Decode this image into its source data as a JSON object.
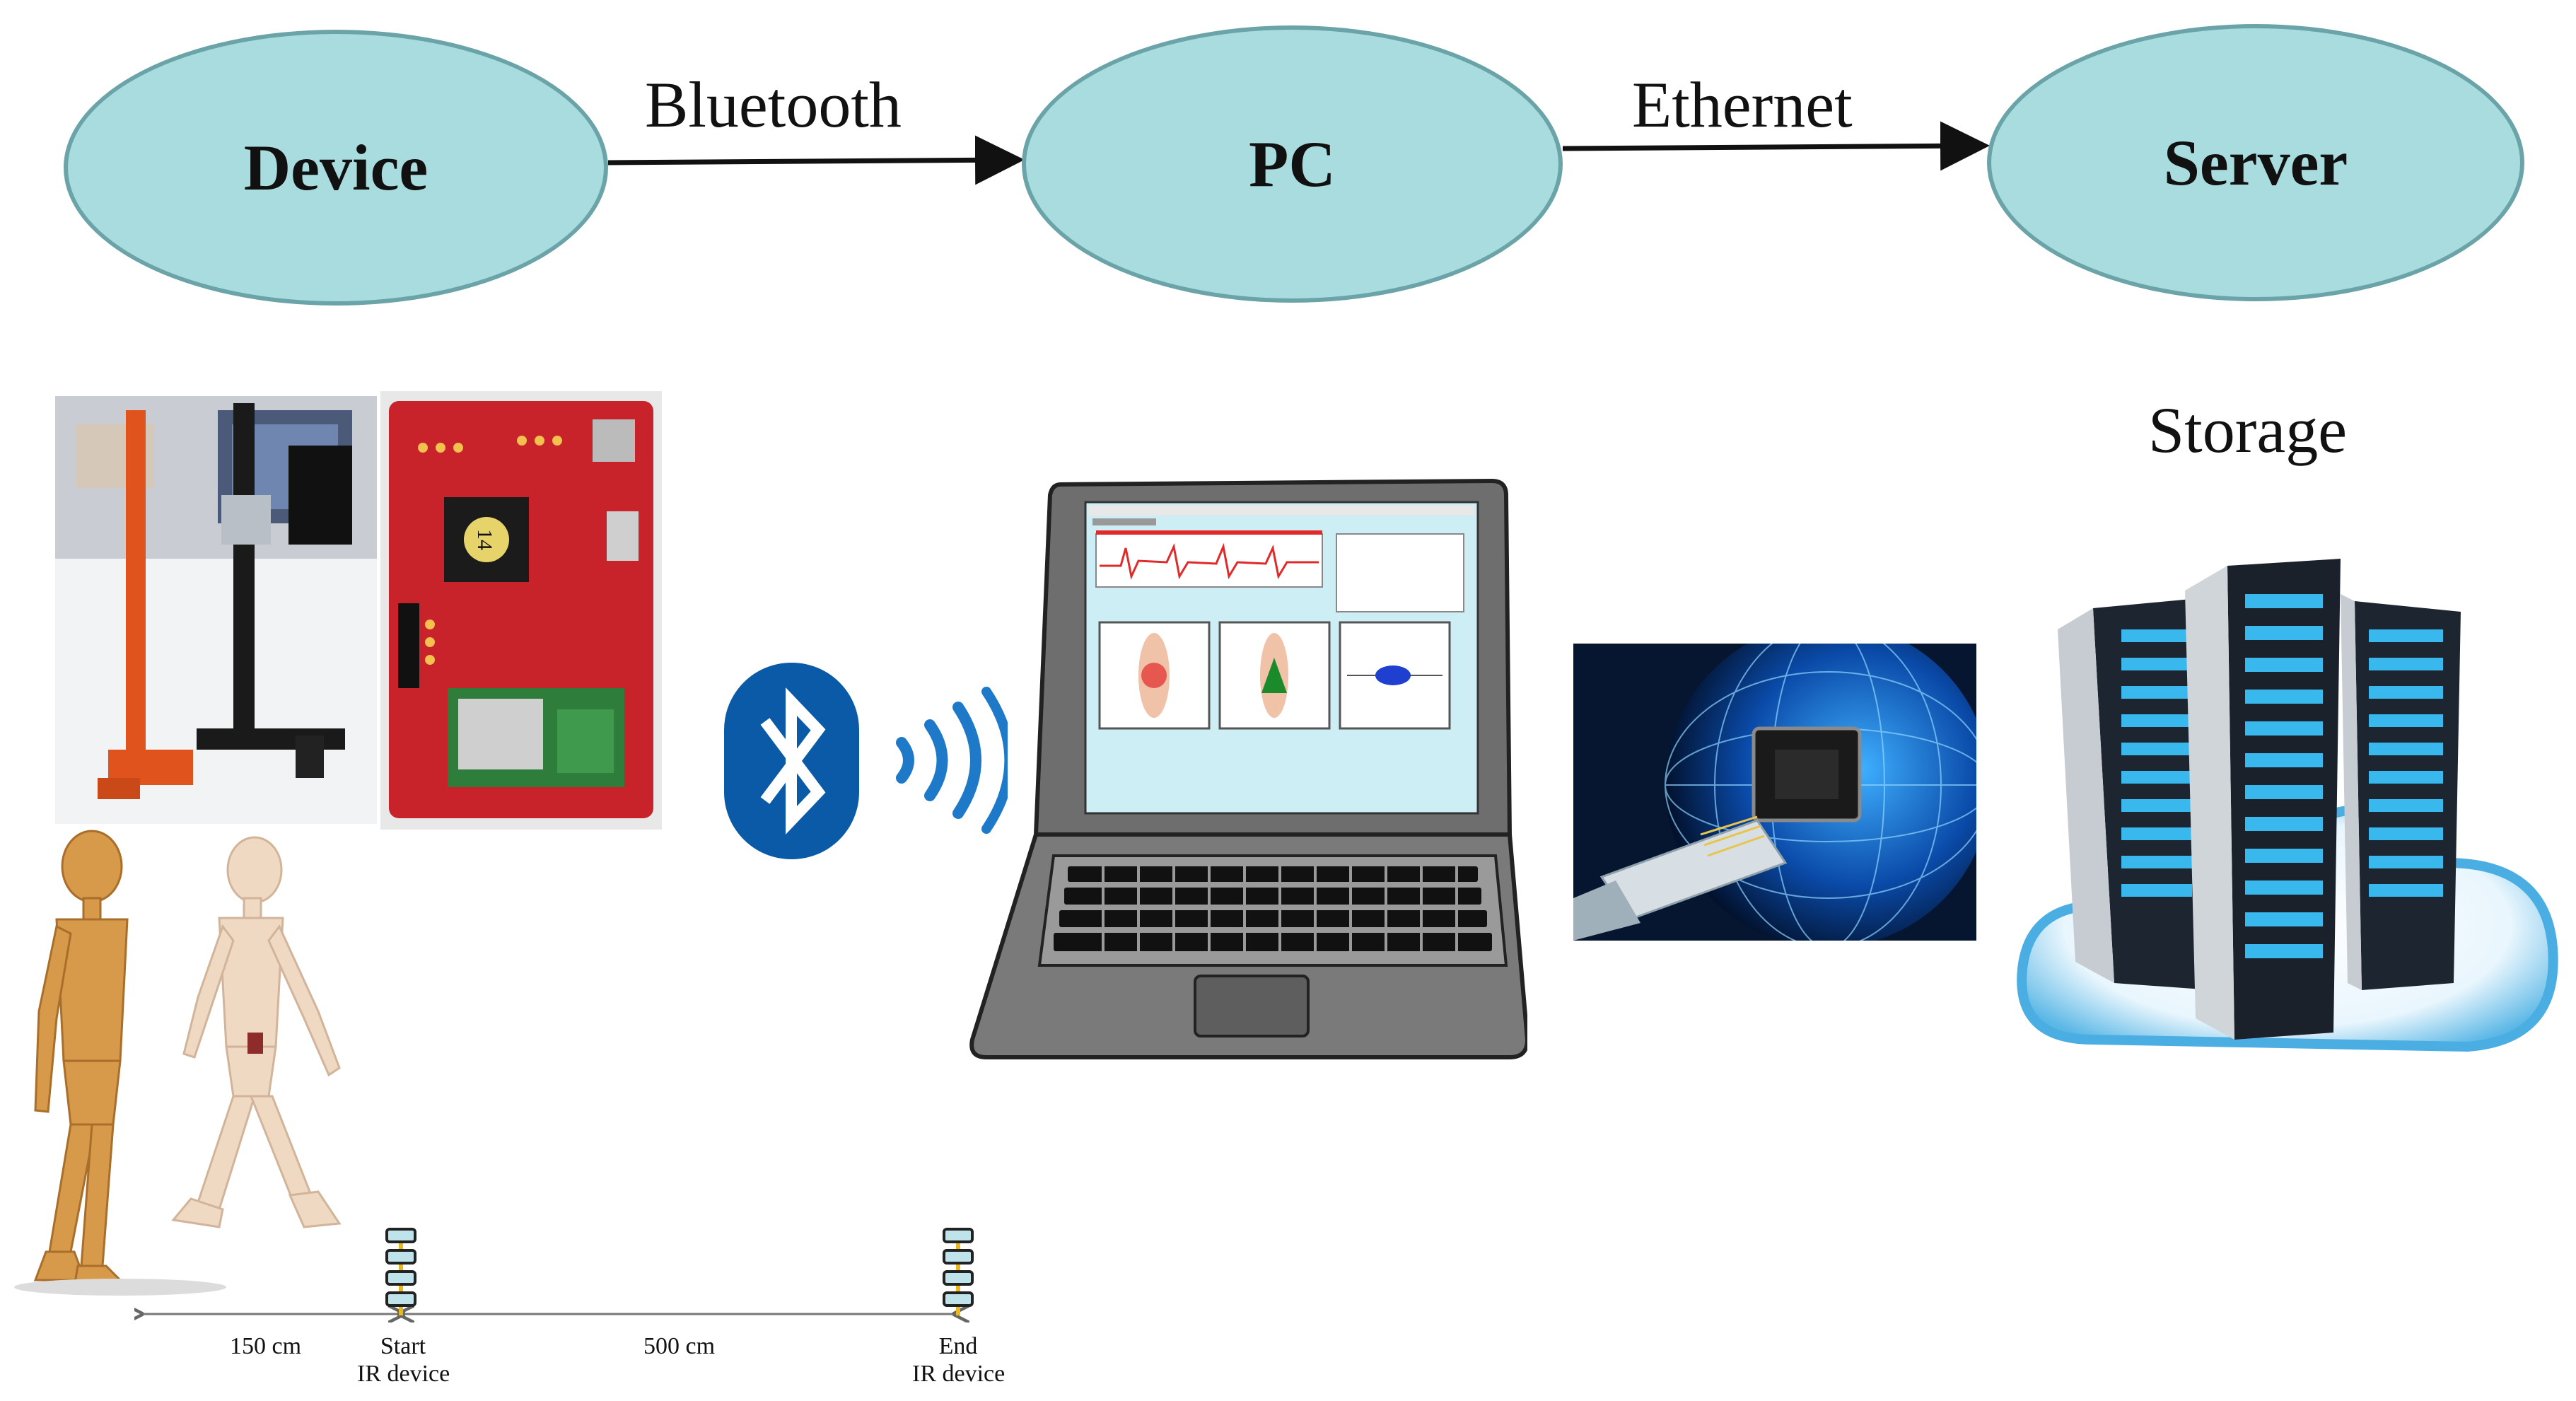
{
  "nodes": {
    "device": "Device",
    "pc": "PC",
    "server": "Server"
  },
  "edges": {
    "device_pc": "Bluetooth",
    "pc_server": "Ethernet"
  },
  "storage_label": "Storage",
  "walkway": {
    "distance_1": "150 cm",
    "distance_2": "500 cm",
    "start_label_1": "Start",
    "start_label_2": "IR device",
    "end_label_1": "End",
    "end_label_2": "IR device"
  },
  "colors": {
    "node_fill": "#a8dcde",
    "node_border": "#6aa3a8",
    "bluetooth_blue": "#0a5aa8",
    "pcb_red": "#c8232b",
    "cloud_blue": "#5ab7e6"
  },
  "icons": [
    "bluetooth-icon",
    "wireless-waves-icon",
    "laptop-icon",
    "ethernet-globe-icon",
    "server-cloud-icon"
  ]
}
